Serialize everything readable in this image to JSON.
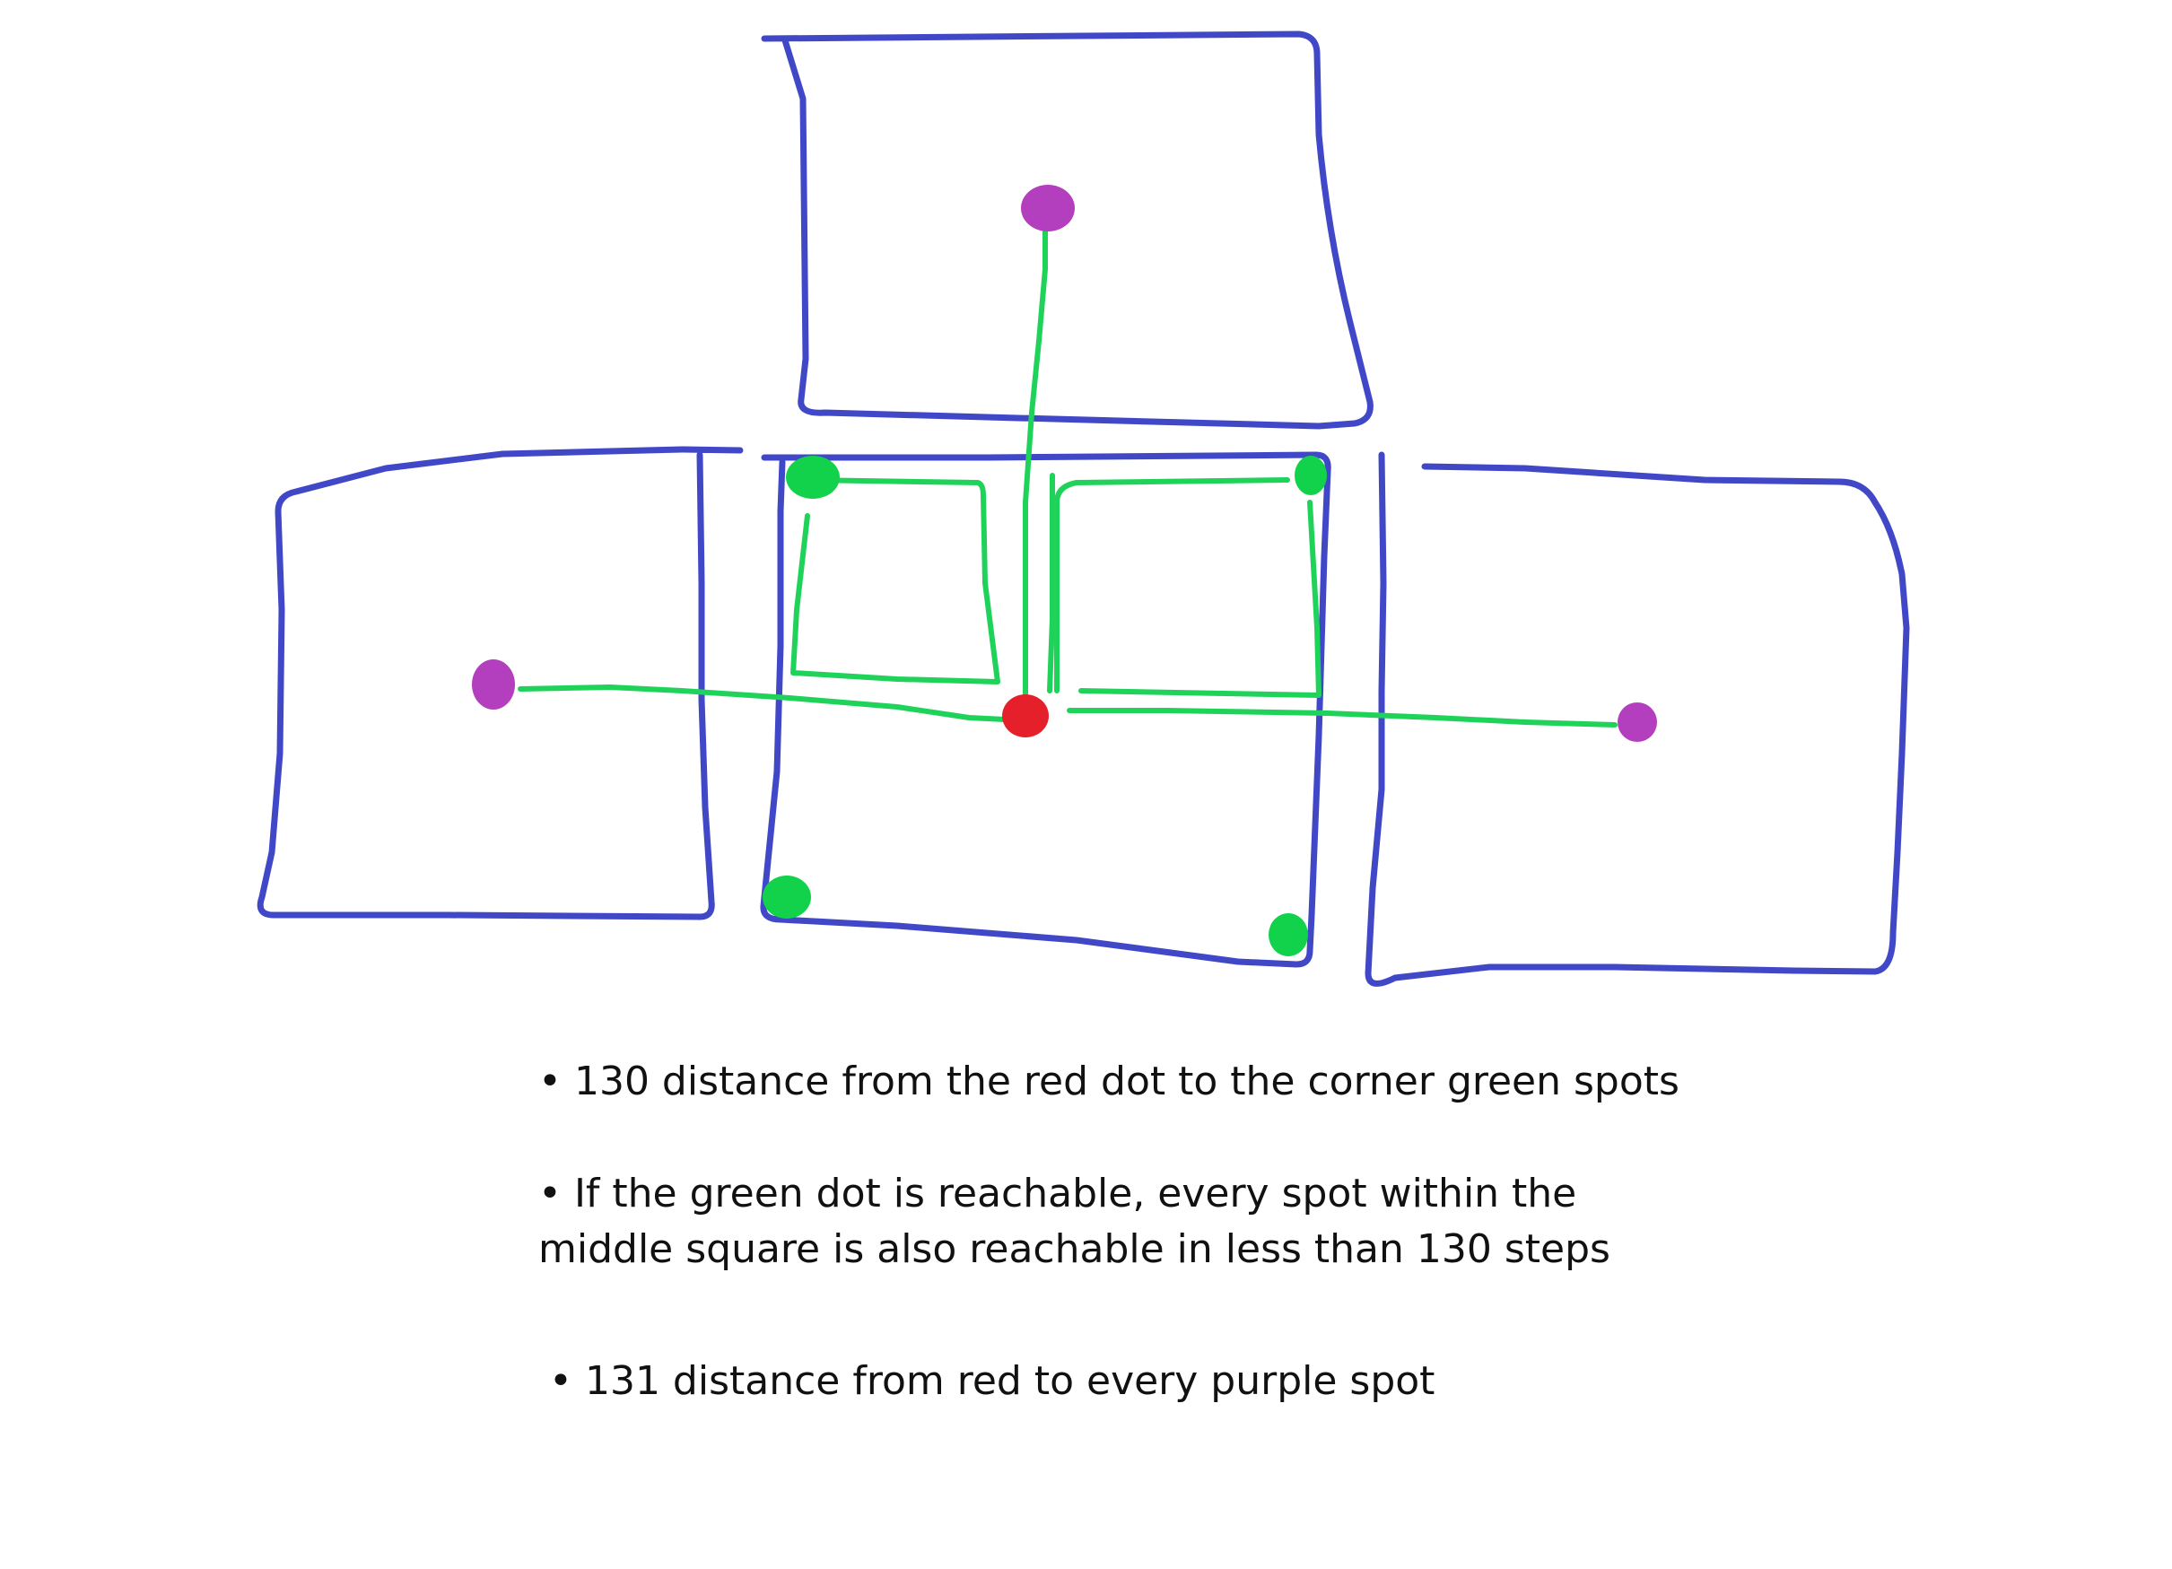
{
  "colors": {
    "square_outline": "#4148c8",
    "path": "#1fd35a",
    "red_dot": "#e5202a",
    "purple_dot": "#b43fbe",
    "green_dot": "#12d24c",
    "text": "#111111"
  },
  "notes": [
    {
      "bullet": "•",
      "text": "130 distance from the red dot to the corner green spots"
    },
    {
      "bullet": "•",
      "line1": "If the green dot is reachable, every spot within the",
      "line2": "middle square is also reachable in less than 130 steps"
    },
    {
      "bullet": "•",
      "text": "131 distance from red to every purple spot"
    }
  ]
}
